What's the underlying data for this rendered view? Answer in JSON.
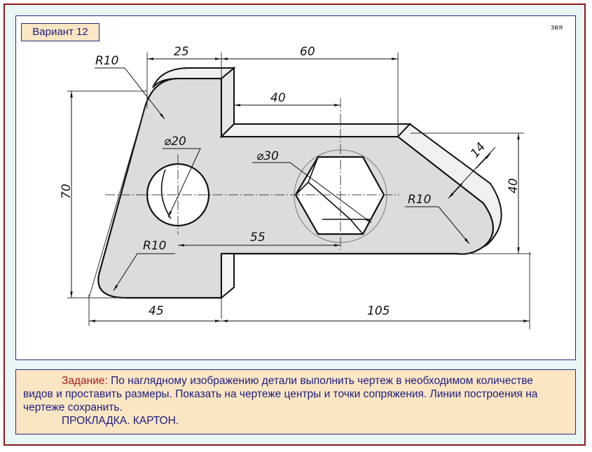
{
  "variant": "Вариант 12",
  "author_mark": "звя",
  "task": {
    "label": "Задание:",
    "text_line1": "По наглядному изображению детали выполнить чертеж в необходимом",
    "text_rest": "количестве видов и проставить размеры. Показать на чертеже центры и точки сопряжения. Линии построения на чертеже сохранить.",
    "material": "ПРОКЛАДКА. КАРТОН."
  },
  "dimensions": {
    "d25": "25",
    "d60": "60",
    "r10_top": "R10",
    "d40_top": "40",
    "d_hole20": "⌀20",
    "d_hex30": "⌀30",
    "d14": "14",
    "d70": "70",
    "d40_right": "40",
    "r10_right": "R10",
    "d55": "55",
    "r10_left": "R10",
    "d45": "45",
    "d105": "105"
  },
  "colors": {
    "frame": "#8b1a1a",
    "panel_border": "#2a2a8a",
    "panel_fill": "#fbe6c4",
    "part_fill": "#dcdcdc",
    "label_red": "#b01818",
    "text_blue": "#1d1d80"
  }
}
